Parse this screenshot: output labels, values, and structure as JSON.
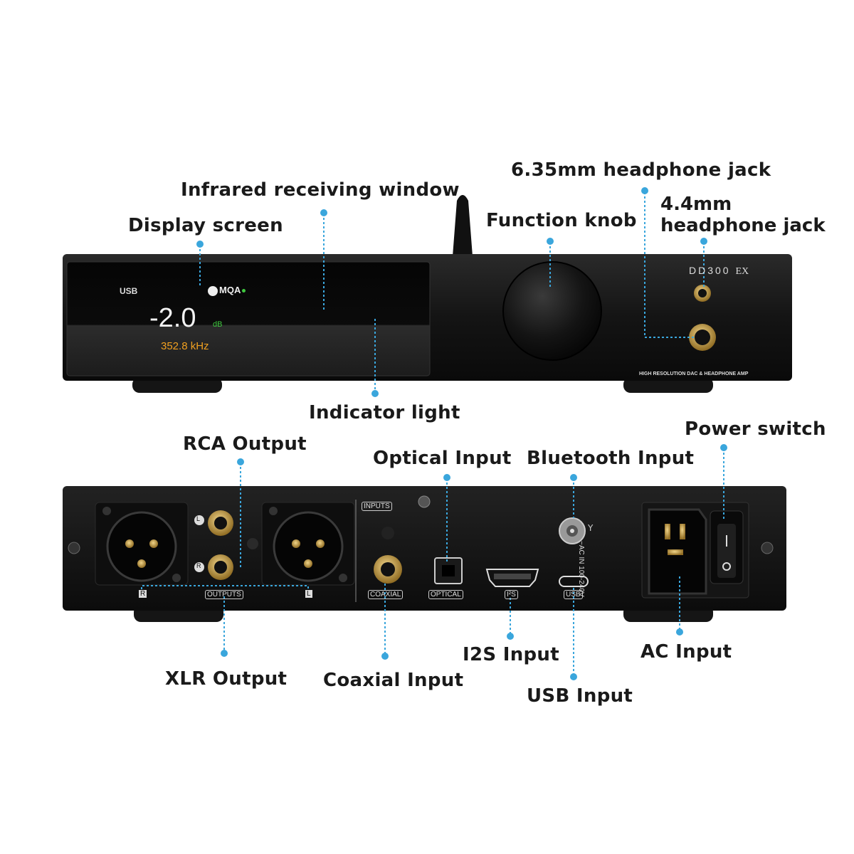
{
  "callouts": {
    "infrared": "Infrared receiving window",
    "display": "Display screen",
    "headphone635": "6.35mm headphone jack",
    "headphone44_line1": "4.4mm",
    "headphone44_line2": "headphone jack",
    "function_knob": "Function knob",
    "indicator": "Indicator light",
    "rca_output": "RCA Output",
    "optical_input": "Optical Input",
    "bluetooth_input": "Bluetooth Input",
    "power_switch": "Power switch",
    "xlr_output": "XLR Output",
    "coaxial_input": "Coaxial Input",
    "i2s_input": "I2S Input",
    "usb_input": "USB Input",
    "ac_input": "AC Input"
  },
  "front_panel": {
    "source": "USB",
    "mqa": "MQA",
    "volume": "-2.0",
    "volume_unit": "dB",
    "sample_rate": "352.8 kHz",
    "model": "DD300",
    "model_suffix": "EX",
    "tagline": "HIGH RESOLUTION DAC & HEADPHONE AMP"
  },
  "rear_panel": {
    "inputs": "INPUTS",
    "outputs": "OUTPUTS",
    "coaxial": "COAXIAL",
    "optical": "OPTICAL",
    "i2s": "I²S",
    "usb": "USB",
    "ac_rating": "~AC IN 100-240V",
    "left": "L",
    "right": "R"
  },
  "colors": {
    "callout_blue": "#3aa6dc",
    "lcd_orange": "#f0a020",
    "lcd_green": "#3fc83f",
    "gold": "#c9a24a"
  }
}
